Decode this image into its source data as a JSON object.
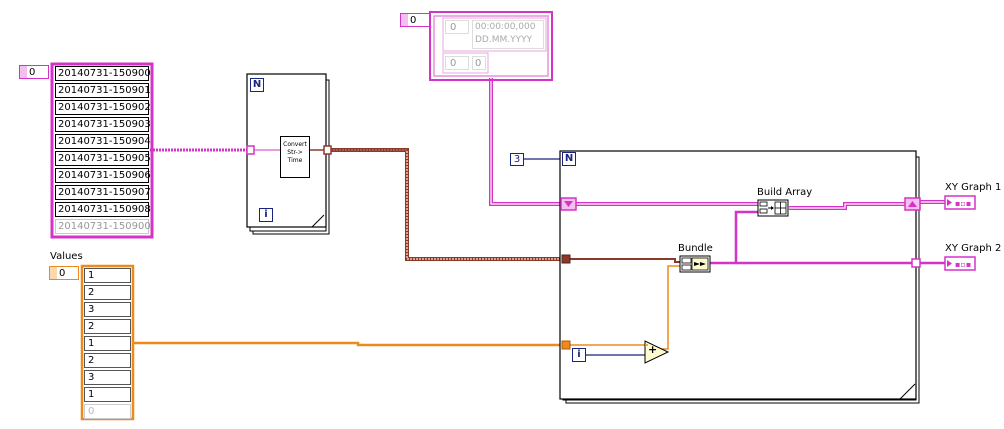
{
  "timestamp_array": {
    "index": "0",
    "items": [
      "20140731-150900",
      "20140731-150901",
      "20140731-150902",
      "20140731-150903",
      "20140731-150904",
      "20140731-150905",
      "20140731-150906",
      "20140731-150907",
      "20140731-150908",
      "20140731-150900"
    ]
  },
  "values_array": {
    "label": "Values",
    "index": "0",
    "items": [
      "1",
      "2",
      "3",
      "2",
      "1",
      "2",
      "3",
      "1",
      "0"
    ]
  },
  "cluster_constant": {
    "index_outer": "0",
    "index_top": "0",
    "timestamp_time": "00:00:00,000",
    "timestamp_date": "DD.MM.YYYY",
    "index_bottom": "0",
    "numeric": "0"
  },
  "for_loop_1": {
    "count_terminal": "N",
    "iteration_terminal": "i",
    "subvi_label": "Convert Str-> Time"
  },
  "for_loop_2": {
    "count_constant": "3",
    "count_terminal": "N",
    "iteration_terminal": "i"
  },
  "functions": {
    "build_array": "Build Array",
    "bundle": "Bundle",
    "add": "+"
  },
  "indicators": {
    "xy_graph_1": "XY Graph 1",
    "xy_graph_2": "XY Graph 2"
  },
  "colors": {
    "cluster_wire": "#d433c8",
    "timestamp_wire": "#8b3a2a",
    "numeric_wire": "#ee8a1d",
    "integer_wire": "#1a237e",
    "loop_border": "#000000"
  }
}
